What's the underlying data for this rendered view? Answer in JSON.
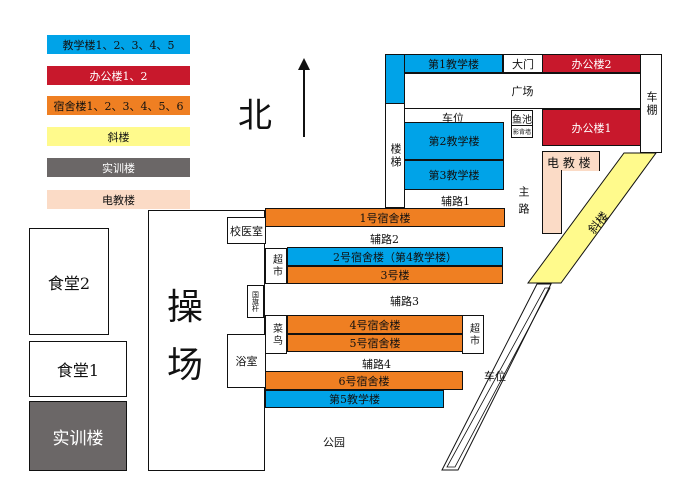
{
  "legend": [
    {
      "label": "教学楼1、2、3、4、5",
      "color": "#00a3e8"
    },
    {
      "label": "办公楼1、2",
      "color": "#c8182c"
    },
    {
      "label": "宿舍楼1、2、3、4、5、6",
      "color": "#ef7f22"
    },
    {
      "label": "斜楼",
      "color": "#fffa8c"
    },
    {
      "label": "实训楼",
      "color": "#6b6767"
    },
    {
      "label": "电教楼",
      "color": "#fbdbc6"
    }
  ],
  "compass": {
    "label": "北"
  },
  "buildings": {
    "canteen2": "食堂2",
    "canteen1": "食堂1",
    "training": "实训楼",
    "playground": "操场",
    "playground_a": "操",
    "playground_b": "场",
    "clinic": "校医室",
    "supermarket1": "超市",
    "flagpole": "国旗杆",
    "cainiao": "菜鸟",
    "bathroom": "浴室",
    "dorm1": "1号宿舍楼",
    "teach4_dorm2": "2号宿舍楼（第4教学楼）",
    "dorm3": "3号楼",
    "dorm4": "4号宿舍楼",
    "dorm5": "5号宿舍楼",
    "supermarket2": "超市",
    "dorm6": "6号宿舍楼",
    "teach5": "第5教学楼",
    "stairs": "楼梯",
    "teach1": "第1教学楼",
    "gate": "大门",
    "office2": "办公楼2",
    "square": "广场",
    "carshed": "车棚",
    "parking1": "车位",
    "fishpond": "鱼池",
    "screen": "影背墙",
    "teach2": "第2教学楼",
    "teach3": "第3教学楼",
    "office1": "办公楼1",
    "av_building": "电 教 楼",
    "slant_building": "斜楼",
    "parking2": "车位"
  },
  "roads": {
    "aux1": "辅路1",
    "aux2": "辅路2",
    "aux3": "辅路3",
    "aux4": "辅路4",
    "main": "主路",
    "park": "公园"
  }
}
